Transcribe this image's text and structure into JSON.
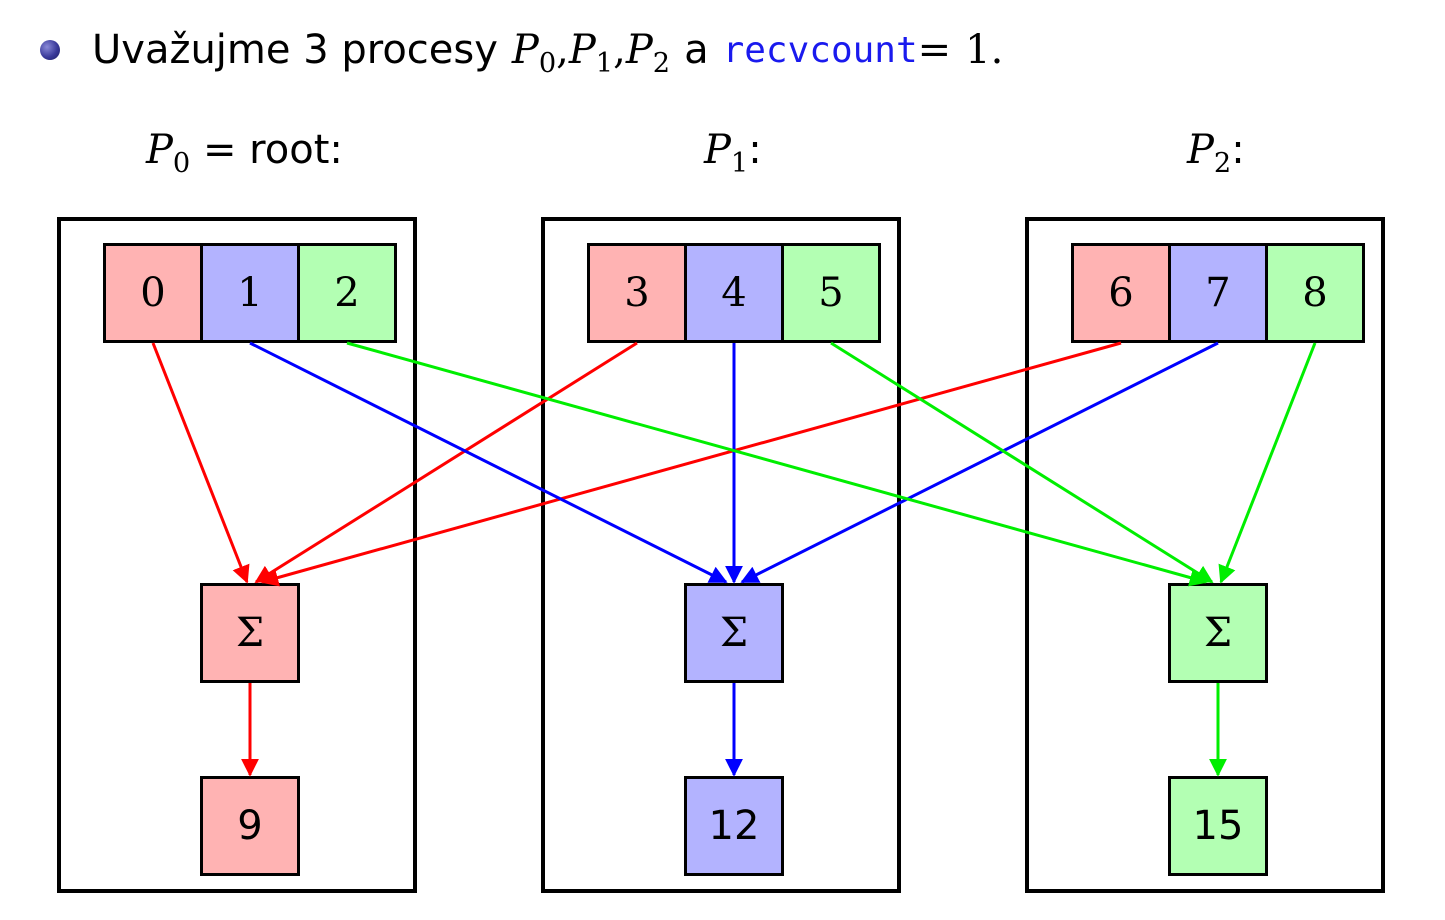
{
  "header": {
    "text_before": "Uvažujme 3 procesy",
    "p0_base": "P",
    "p0_sub": "0",
    "comma1": ",",
    "p1_base": "P",
    "p1_sub": "1",
    "comma2": ",",
    "p2_base": "P",
    "p2_sub": "2",
    "conjunction": "a",
    "code_var": "recvcount",
    "equals": "=",
    "value": "1",
    "period": "."
  },
  "processes": [
    {
      "label_base": "P",
      "label_sub": "0",
      "label_suffix": " = root:",
      "send_buffer": [
        "0",
        "1",
        "2"
      ],
      "reduce_symbol": "Σ",
      "result": "9"
    },
    {
      "label_base": "P",
      "label_sub": "1",
      "label_suffix": ":",
      "send_buffer": [
        "3",
        "4",
        "5"
      ],
      "reduce_symbol": "Σ",
      "result": "12"
    },
    {
      "label_base": "P",
      "label_sub": "2",
      "label_suffix": ":",
      "send_buffer": [
        "6",
        "7",
        "8"
      ],
      "reduce_symbol": "Σ",
      "result": "15"
    }
  ],
  "colors": {
    "red_fill": "#ffb3b3",
    "blue_fill": "#b3b3ff",
    "green_fill": "#b3ffb3",
    "red_arrow": "#ff0000",
    "blue_arrow": "#0000ff",
    "green_arrow": "#00ee00",
    "bullet": "#3a3a9a",
    "code": "#1a1aee"
  }
}
